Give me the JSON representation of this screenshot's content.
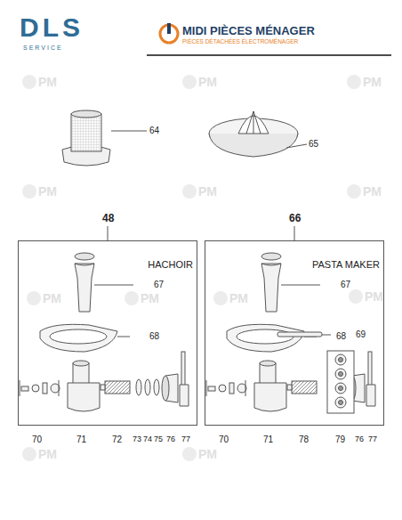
{
  "diagram": {
    "nodes": [
      {
        "text": [
          "48",
          "HACHOIR"
        ]
      },
      {
        "text": [
          "66",
          "PASTA MAKER"
        ]
      }
    ],
    "labels": [
      "DLS",
      "SERVICE",
      "MIDI PIÈCES MÉNAGER",
      "PIÈCES DÉTACHÉES ÉLECTROMÉNAGER",
      "64",
      "65",
      "67",
      "68",
      "70",
      "71",
      "72",
      "73",
      "74",
      "75",
      "76",
      "77",
      "67",
      "68",
      "69",
      "70",
      "71",
      "78",
      "79",
      "76",
      "77",
      "PM",
      "PM",
      "PM",
      "PM",
      "PM",
      "PM",
      "PM",
      "PM",
      "PM",
      "PM",
      "PM",
      "PM"
    ]
  }
}
